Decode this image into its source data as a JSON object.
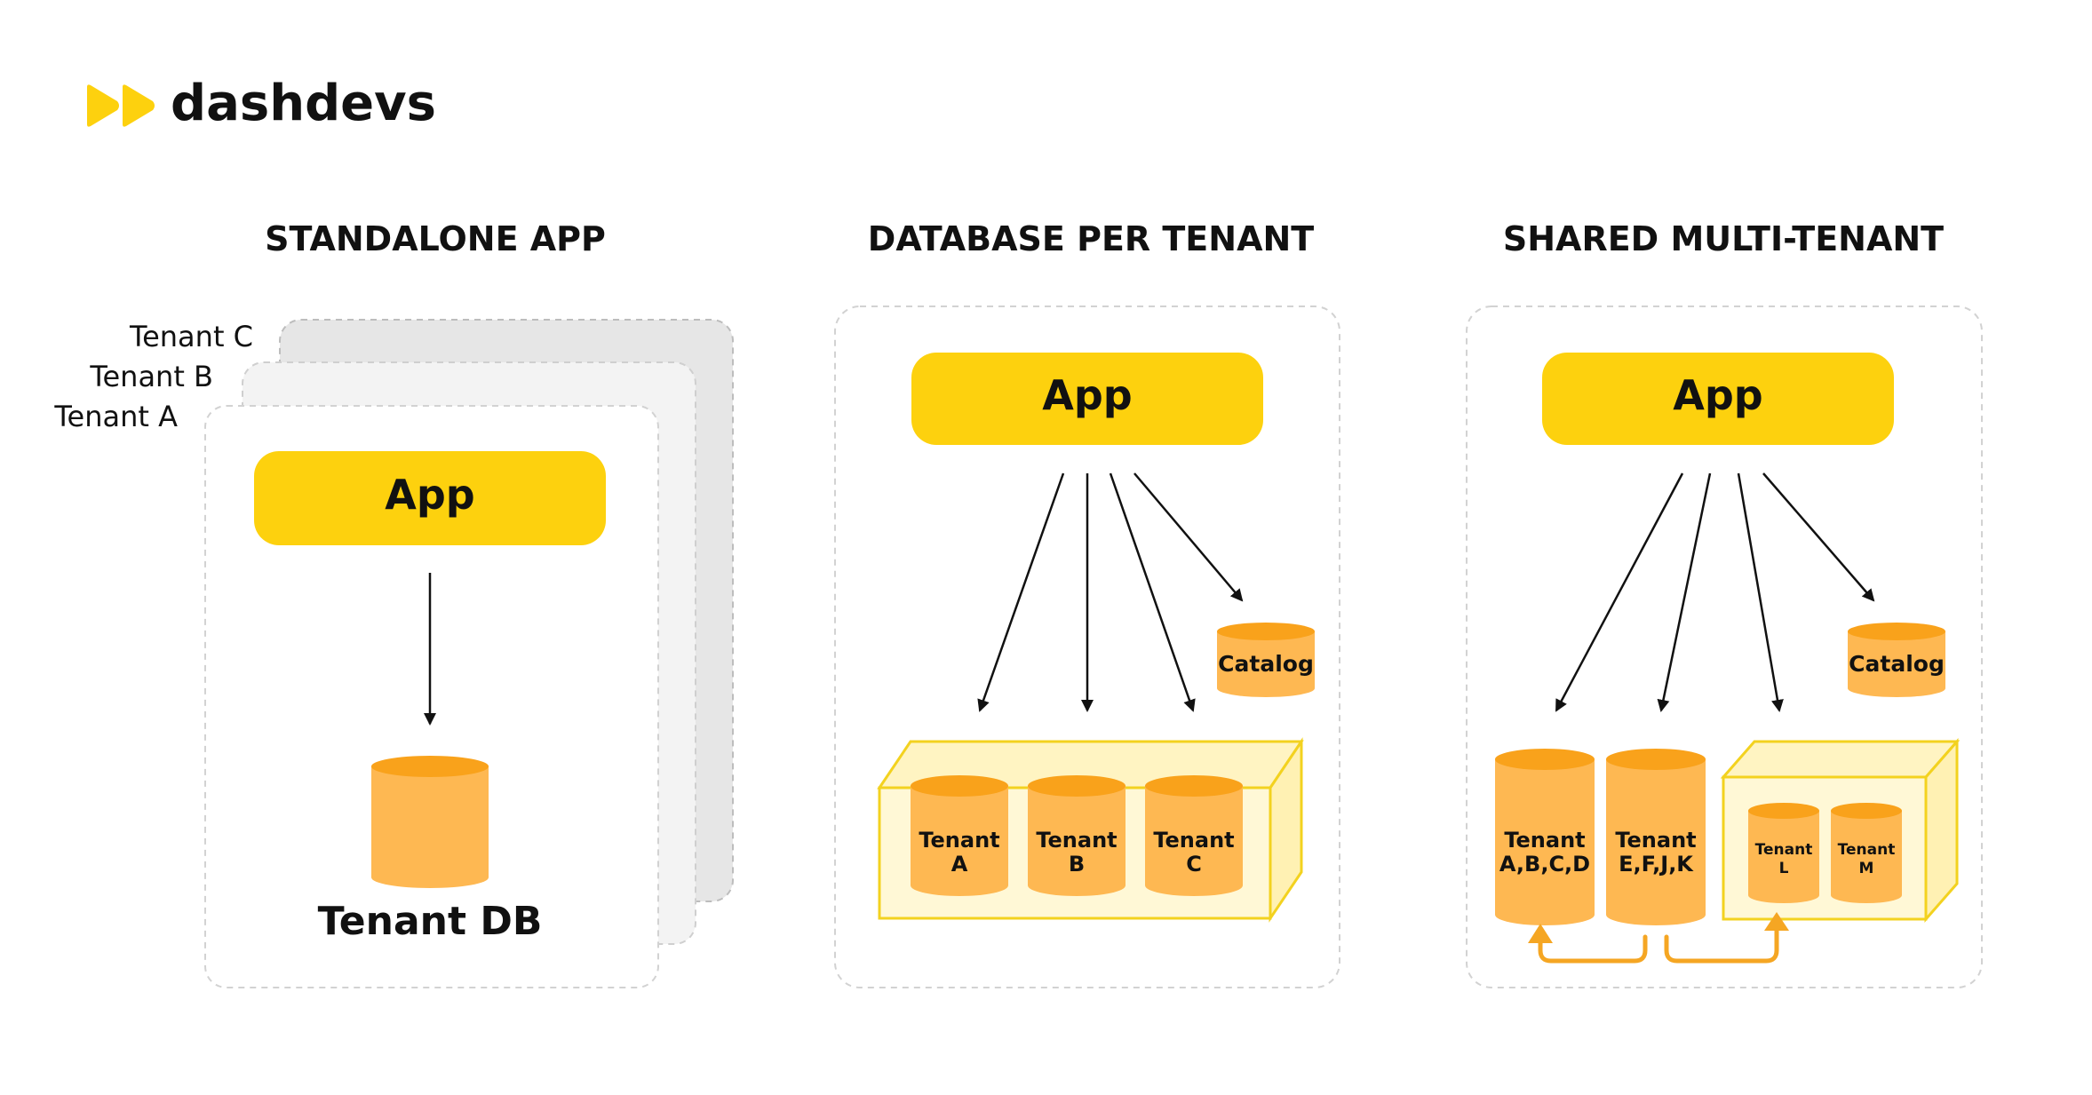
{
  "brand": {
    "name": "dashdevs",
    "logo_color": "#FDD10E"
  },
  "colors": {
    "app_yellow": "#FDD10E",
    "db_body": "#FEB852",
    "db_top": "#F9A21B",
    "box_fill": "#FFF8D6",
    "box_stroke": "#F3D21F",
    "dash_border": "#D2D2D2",
    "arrow": "#111111",
    "migration_arrow": "#F5A623"
  },
  "sections": {
    "standalone": {
      "title": "STANDALONE APP",
      "tenant_labels": [
        "Tenant C",
        "Tenant B",
        "Tenant A"
      ],
      "app_label": "App",
      "db_label": "Tenant DB"
    },
    "database_per_tenant": {
      "title": "DATABASE PER TENANT",
      "app_label": "App",
      "catalog_label": "Catalog",
      "tenant_dbs": [
        {
          "line1": "Tenant",
          "line2": "A"
        },
        {
          "line1": "Tenant",
          "line2": "B"
        },
        {
          "line1": "Tenant",
          "line2": "C"
        }
      ]
    },
    "shared_multi_tenant": {
      "title": "SHARED MULTI-TENANT",
      "app_label": "App",
      "catalog_label": "Catalog",
      "shared_dbs": [
        {
          "line1": "Tenant",
          "line2": "A,B,C,D"
        },
        {
          "line1": "Tenant",
          "line2": "E,F,J,K"
        }
      ],
      "isolated_dbs": [
        {
          "line1": "Tenant",
          "line2": "L"
        },
        {
          "line1": "Tenant",
          "line2": "M"
        }
      ]
    }
  }
}
